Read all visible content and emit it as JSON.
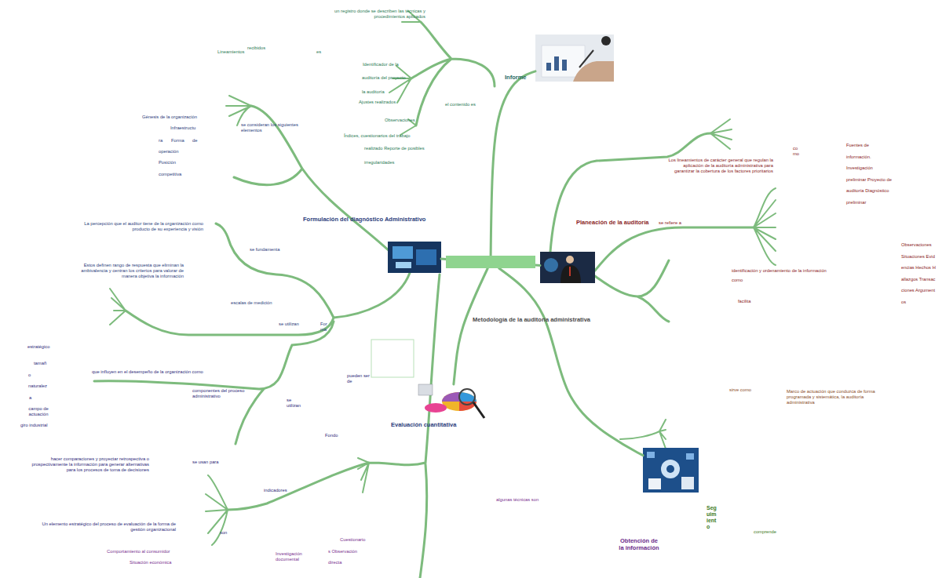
{
  "diagram": {
    "nodes": [
      {
        "text": [
          "Metodología de la auditoría administrativa"
        ]
      },
      {
        "text": [
          "Informe"
        ]
      },
      {
        "text": [
          "Formulación del diagnóstico Administrativo"
        ]
      },
      {
        "text": [
          "Planeación de la auditoría"
        ]
      },
      {
        "text": [
          "Evaluación cuantitativa"
        ]
      },
      {
        "text": [
          "Obtención de la información"
        ]
      }
    ],
    "edges": [
      {
        "from": 0,
        "to": 1,
        "arrow": "none"
      },
      {
        "from": 0,
        "to": 2,
        "arrow": "none"
      },
      {
        "from": 0,
        "to": 3,
        "arrow": "none"
      },
      {
        "from": 0,
        "to": 4,
        "arrow": "none"
      },
      {
        "from": 0,
        "to": 5,
        "arrow": "none"
      }
    ],
    "labels": [
      "un registro donde se describen las técnicas y procedimientos aplicados",
      "Lineamientos",
      "recibidos",
      "es",
      "Identificador de la",
      "auditoría del proyecto",
      "la auditoría",
      "Ajustes realizados",
      "el contenido es",
      "Observaciones",
      "Índices, cuestionarios del trabajo",
      "realizado Reporte de posibles",
      "irregularidades",
      "Génesis de la organización",
      "Infraestructu",
      "ra",
      "Forma",
      "de",
      "operación",
      "Posición",
      "competitiva",
      "se consideran los siguientes elementos",
      "La percepción que el auditor tiene de la organización como producto de su experiencia y visión",
      "se fundamenta",
      "Estos definen rango de respuesta que eliminan la ambivalencia y centran los criterios para valorar de manera objetiva la información",
      "escalas de medición",
      "se utilizan",
      "Forma",
      "estratégico",
      "tamañ",
      "o",
      "naturalez",
      "a",
      "campo de actuación",
      "giro industrial",
      "que influyen en el desempeño de la organización como",
      "componentes del proceso administrativo",
      "se utilizan",
      "pueden ser de",
      "Fondo",
      "hacer comparaciones y proyectar retrospectiva o prospectivamente la información para generar alternativas para los procesos de toma de decisiones",
      "se usan para",
      "indicadores",
      "Un elemento estratégico del proceso de evaluación de la forma de gestión organizacional",
      "son",
      "Comportamiento al consumidor",
      "Situación económica",
      "Investigación documental",
      "Cuestionario",
      "s Observación",
      "directa",
      "algunas técnicas son",
      "como",
      "Los lineamientos de carácter general que regulan la aplicación de la auditoría administrativa para garantizar la cobertura de los factores prioritarios",
      "Fuentes de información. Investigación preliminar Proyecto de auditoría Diagnóstico preliminar",
      "se refiere a",
      "identificación y ordenamiento de la información",
      "como",
      "facilita",
      "Observaciones Situaciones Evidencias Hechos Hallazgos Transacciones Argumentos",
      "sirve como",
      "Marco de actuación que conduzca de forma programada y sistemática, la auditoría administrativa",
      "comprende",
      "Seguimiento"
    ]
  }
}
